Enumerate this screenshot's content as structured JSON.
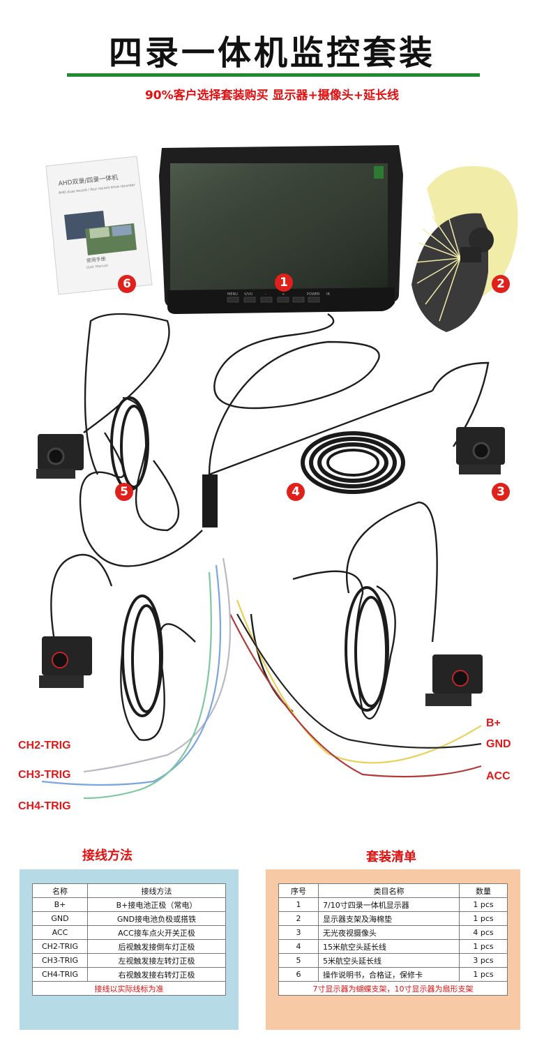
{
  "header": {
    "title": "四录一体机监控套装",
    "subtitle": "90%客户选择套装购买  显示器+摄像头+延长线"
  },
  "product_image": {
    "callouts": [
      "1",
      "2",
      "3",
      "4",
      "5",
      "6"
    ],
    "monitor_buttons": [
      "MENU",
      "V/VU",
      "-",
      "+",
      "POWER",
      "IR"
    ],
    "manual_text": {
      "title": "AHD双录/四录一体机",
      "subtitle": "AHD dual record / four record drive recorder",
      "footer": "使用手册",
      "footer_en": "User Manual"
    },
    "wire_labels": {
      "b_plus": "B+",
      "gnd": "GND",
      "acc": "ACC",
      "ch2": "CH2-TRIG",
      "ch3": "CH3-TRIG",
      "ch4": "CH4-TRIG"
    },
    "colors": {
      "wire_yellow": "#e9cf55",
      "wire_black": "#222222",
      "wire_red": "#b03a3a",
      "wire_grey": "#b9b9c4",
      "wire_blue": "#7aa6dd",
      "wire_green": "#7cc6a0"
    }
  },
  "wiring": {
    "section_title": "接线方法",
    "headers": [
      "名称",
      "接线方法"
    ],
    "rows": [
      [
        "B+",
        "B+接电池正极（常电）"
      ],
      [
        "GND",
        "GND接电池负极或搭铁"
      ],
      [
        "ACC",
        "ACC接车点火开关正极"
      ],
      [
        "CH2-TRIG",
        "后视触发接倒车灯正极"
      ],
      [
        "CH3-TRIG",
        "左视触发接左转灯正极"
      ],
      [
        "CH4-TRIG",
        "右视触发接右转灯正极"
      ]
    ],
    "note": "接线以实际线标为准"
  },
  "package": {
    "section_title": "套装清单",
    "headers": [
      "序号",
      "类目名称",
      "数量"
    ],
    "rows": [
      [
        "1",
        "7/10寸四录一体机显示器",
        "1 pcs"
      ],
      [
        "2",
        "显示器支架及海棉垫",
        "1 pcs"
      ],
      [
        "3",
        "无光夜视摄像头",
        "4 pcs"
      ],
      [
        "4",
        "15米航空头延长线",
        "1 pcs"
      ],
      [
        "5",
        "5米航空头延长线",
        "3 pcs"
      ],
      [
        "6",
        "操作说明书，合格证，保修卡",
        "1 pcs"
      ]
    ],
    "note": "7寸显示器为蝴蝶支架，10寸显示器为扇形支架"
  }
}
